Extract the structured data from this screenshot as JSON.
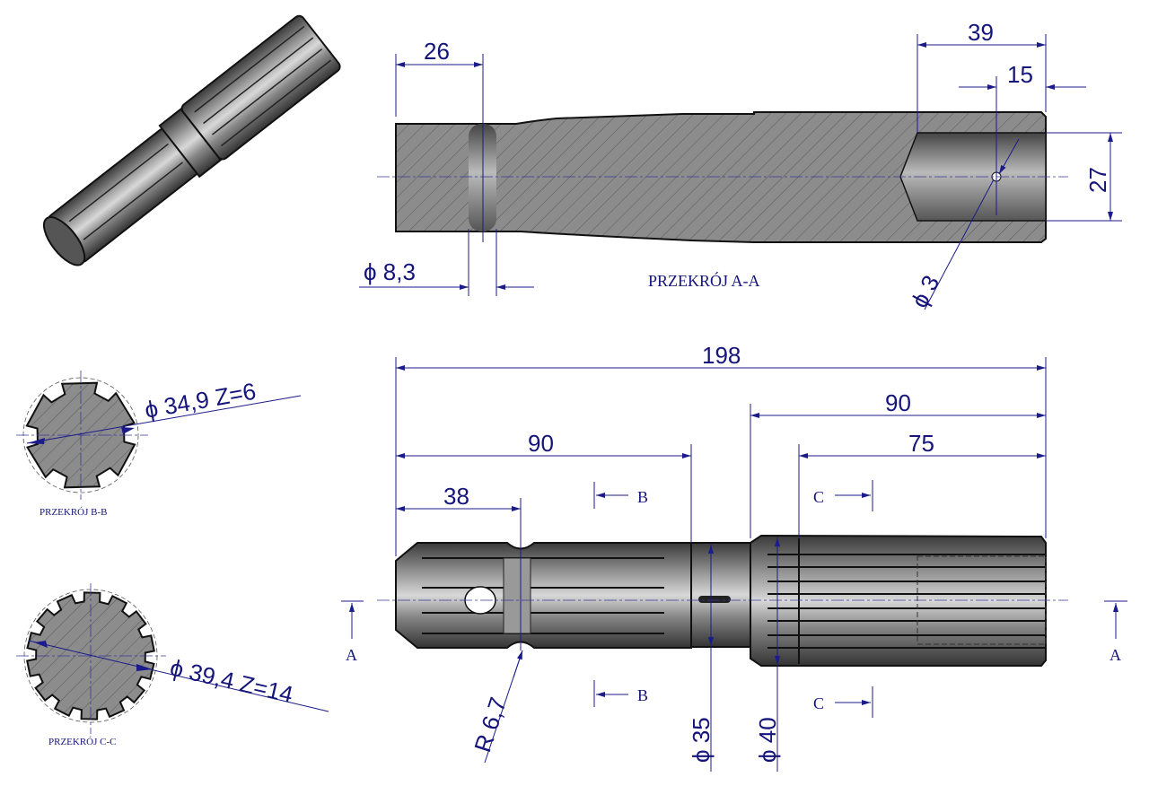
{
  "section_a": {
    "title": "PRZEKRÓJ A-A",
    "dim_groove_pos": "26",
    "dim_bore_depth": "39",
    "dim_pin_pos": "15",
    "dim_bore_dia": "27",
    "dim_groove_dia": "ϕ 8,3",
    "dim_pin_dia": "ϕ 3"
  },
  "side_view": {
    "dim_total": "198",
    "dim_right": "90",
    "dim_left": "90",
    "dim_spline": "75",
    "dim_groove": "38",
    "radius": "R 6,7",
    "dia_collar": "ϕ 35",
    "dia_spline": "ϕ 40",
    "marker_a": "A",
    "marker_b": "B",
    "marker_c": "C"
  },
  "section_b": {
    "title": "PRZEKRÓJ B-B",
    "spec": "ϕ 34,9  Z=6",
    "teeth": 6
  },
  "section_c": {
    "title": "PRZEKRÓJ C-C",
    "spec": "ϕ 39,4  Z=14",
    "teeth": 14
  },
  "colors": {
    "dimension": "#1b1b8a",
    "section_fill": "#8c8c8c",
    "steel": "#6e6e6e"
  }
}
